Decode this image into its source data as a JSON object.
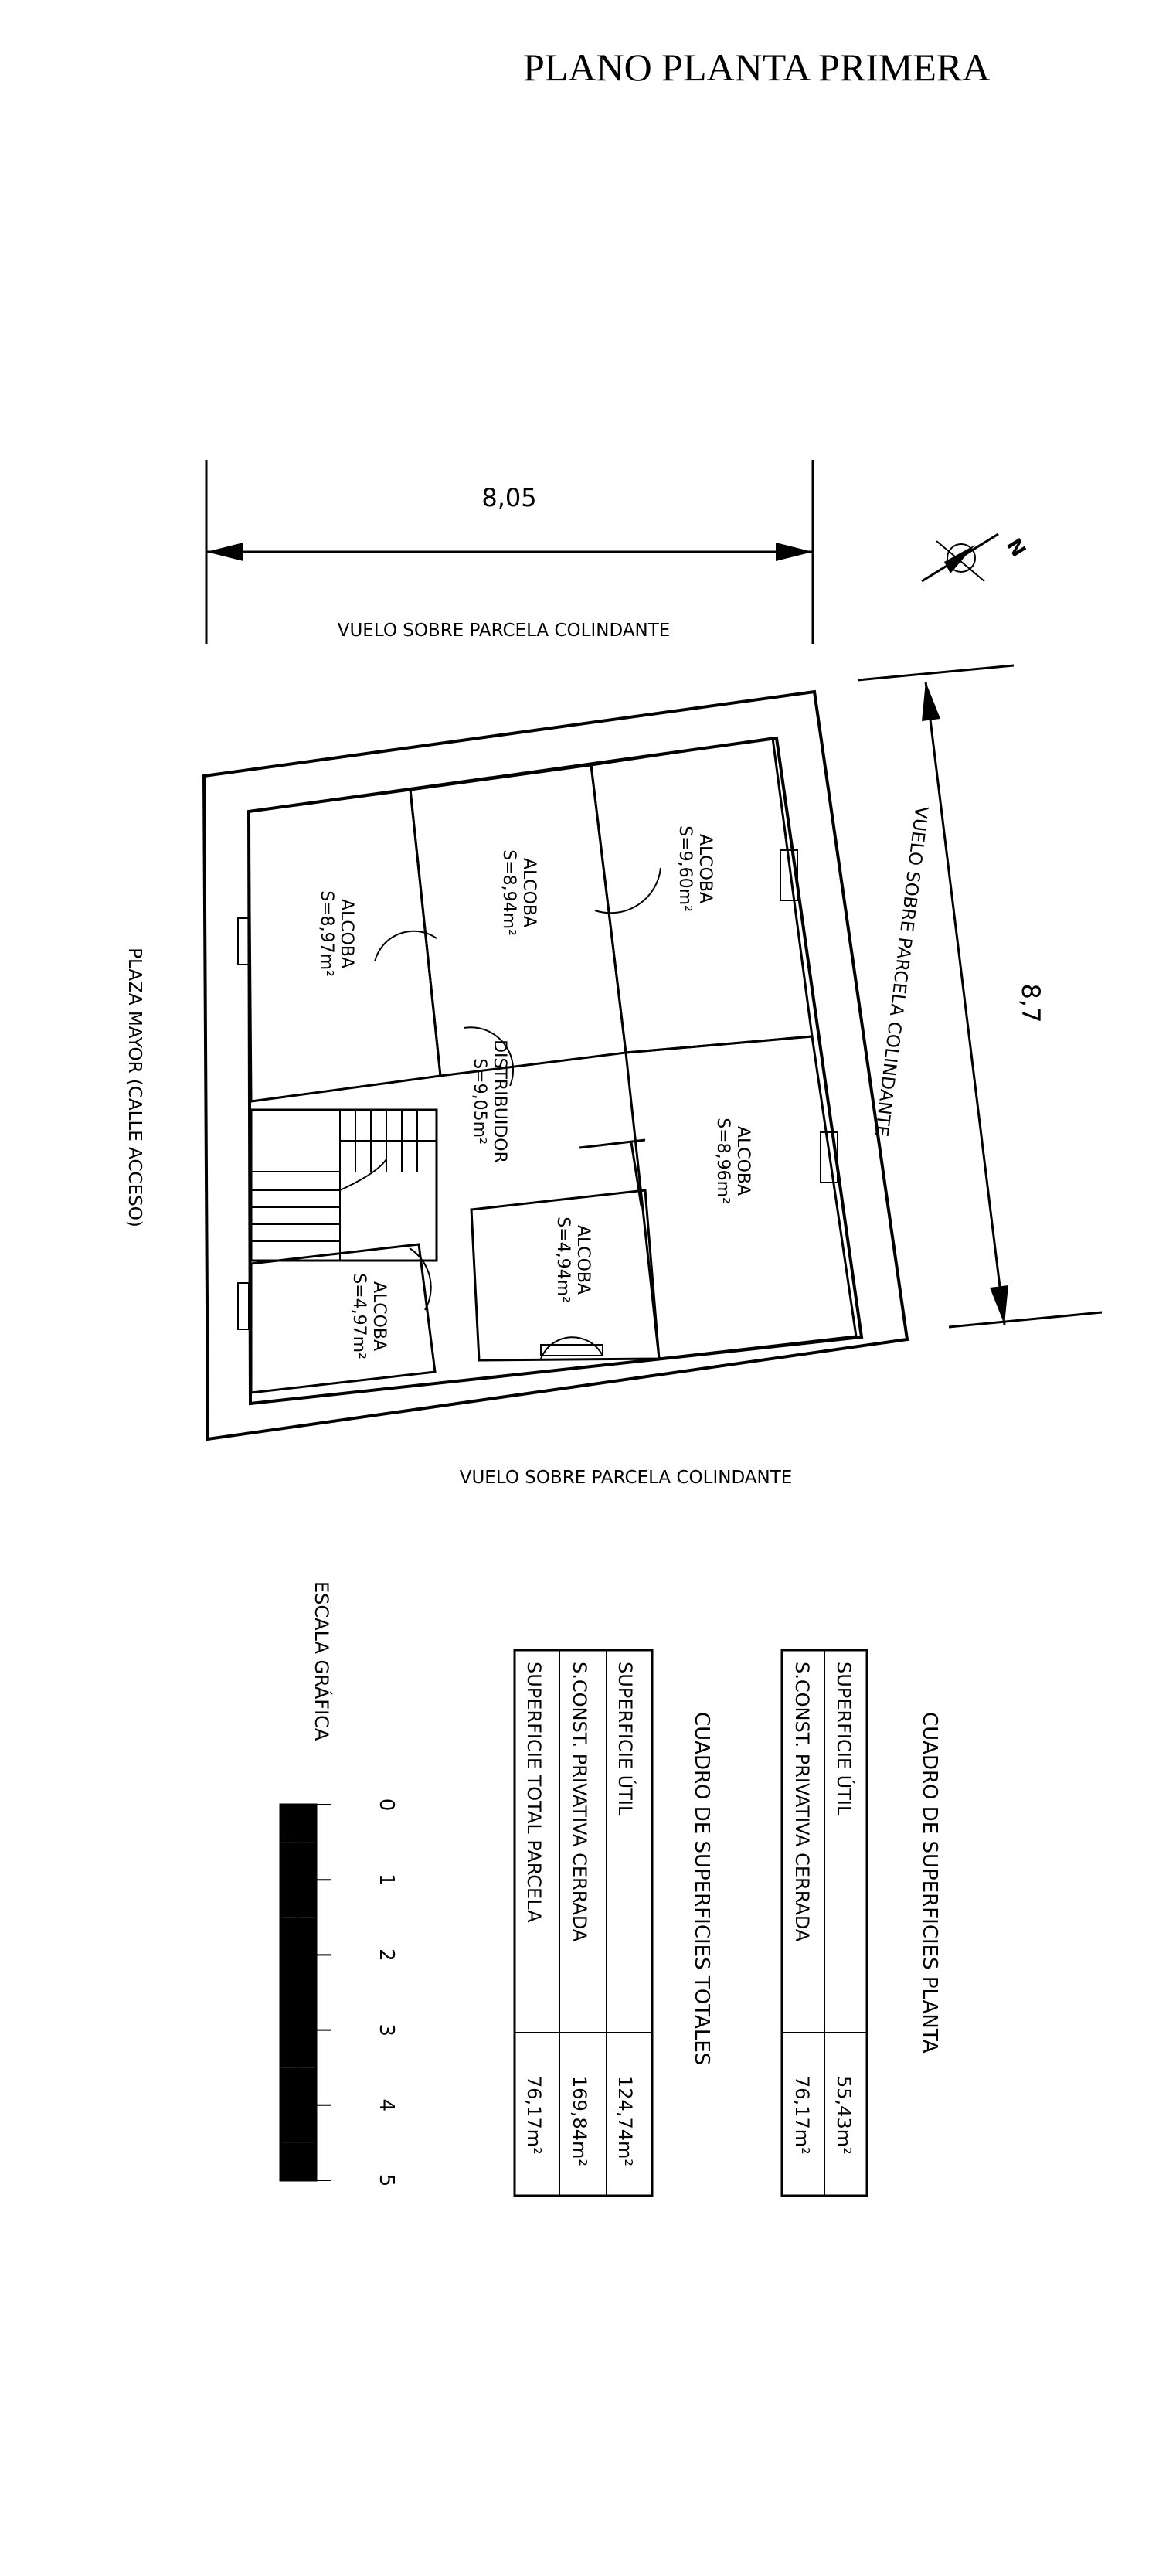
{
  "title": "PLANO PLANTA PRIMERA",
  "dimensions": {
    "width": "8,05",
    "depth": "8,7"
  },
  "edges": {
    "top": "VUELO SOBRE PARCELA COLINDANTE",
    "right": "VUELO SOBRE PARCELA COLINDANTE",
    "bottom": "VUELO SOBRE PARCELA COLINDANTE",
    "left": "PLAZA MAYOR (CALLE ACCESO)"
  },
  "north_label": "N",
  "rooms": [
    {
      "name": "ALCOBA",
      "area": "S=8,97m²"
    },
    {
      "name": "ALCOBA",
      "area": "S=8,94m²"
    },
    {
      "name": "ALCOBA",
      "area": "S=9,60m²"
    },
    {
      "name": "DISTRIBUIDOR",
      "area": "S=9,05m²"
    },
    {
      "name": "ALCOBA",
      "area": "S=8,96m²"
    },
    {
      "name": "ALCOBA",
      "area": "S=4,94m²"
    },
    {
      "name": "ALCOBA",
      "area": "S=4,97m²"
    }
  ],
  "tables": {
    "planta": {
      "title": "CUADRO DE SUPERFICIES PLANTA",
      "rows": [
        {
          "label": "SUPERFICIE ÚTIL",
          "value": "55,43m²"
        },
        {
          "label": "S.CONST. PRIVATIVA CERRADA",
          "value": "76,17m²"
        }
      ]
    },
    "totales": {
      "title": "CUADRO DE SUPERFICIES TOTALES",
      "rows": [
        {
          "label": "SUPERFICIE ÚTIL",
          "value": "124,74m²"
        },
        {
          "label": "S.CONST. PRIVATIVA CERRADA",
          "value": "169,84m²"
        },
        {
          "label": "SUPERFICIE TOTAL PARCELA",
          "value": "76,17m²"
        }
      ]
    }
  },
  "scale": {
    "label": "ESCALA GRÁFICA",
    "ticks": [
      "0",
      "1",
      "2",
      "3",
      "4",
      "5"
    ]
  }
}
